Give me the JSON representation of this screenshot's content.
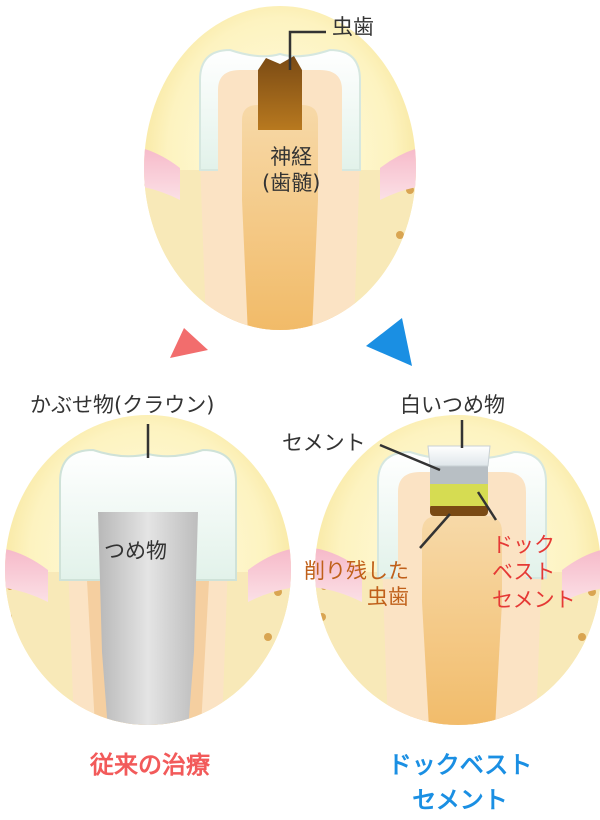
{
  "top_panel": {
    "caries_label": "虫歯",
    "nerve_label_1": "神経",
    "nerve_label_2": "(歯髄)"
  },
  "left_panel": {
    "crown_label": "かぶせ物(クラウン)",
    "filling_label": "つめ物",
    "caption": "従来の治療",
    "arrow_color": "#f26d6d",
    "caption_color": "#f25a5a"
  },
  "right_panel": {
    "white_filling_label": "白いつめ物",
    "cement_label": "セメント",
    "residual_label_1": "削り残した",
    "residual_label_2": "虫歯",
    "doc_label_1": "ドック",
    "doc_label_2": "ベスト",
    "doc_label_3": "セメント",
    "caption_1": "ドックベスト",
    "caption_2": "セメント",
    "arrow_color": "#1a8fe3",
    "caption_color": "#1a8fe3"
  }
}
